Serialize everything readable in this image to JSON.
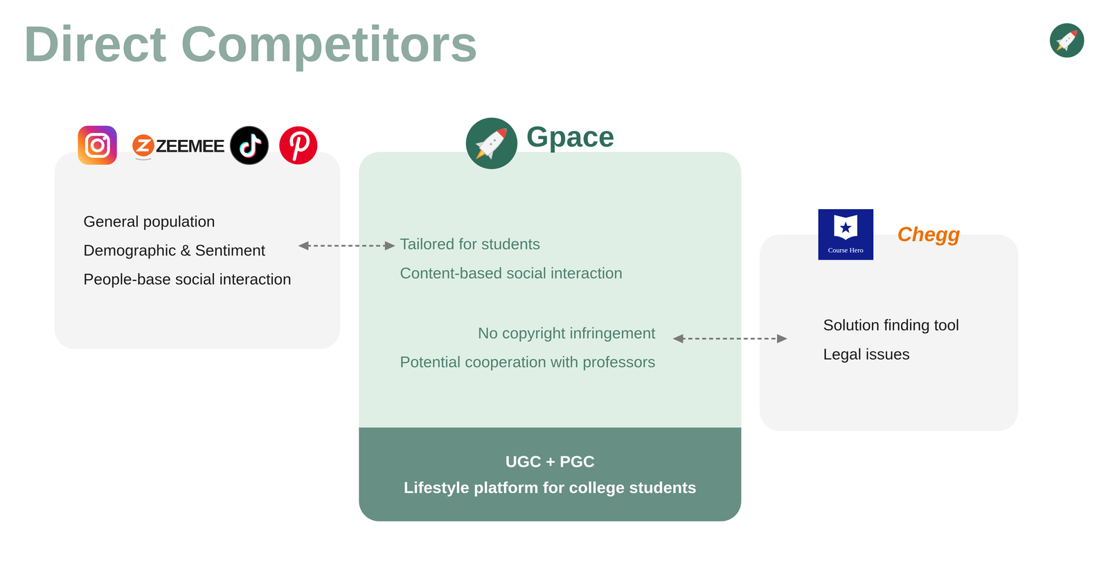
{
  "diagram": {
    "title": "Direct Competitors",
    "nodes": [
      {
        "text": [
          "General population",
          "Demographic & Sentiment",
          "People-base social interaction"
        ]
      },
      {
        "text": [
          "Gpace",
          "Tailored for students",
          "Content-based social interaction",
          "No copyright infringement",
          "Potential cooperation with professors"
        ]
      },
      {
        "text": [
          "UGC + PGC",
          "Lifestyle platform for college students"
        ],
        "in": 1
      },
      {
        "text": [
          "Solution finding tool",
          "Legal issues"
        ]
      }
    ],
    "edges": [
      {
        "from": 0,
        "to": 1,
        "arrow": "both"
      },
      {
        "from": 1,
        "to": 3,
        "arrow": "both"
      }
    ],
    "labels": [
      "ZEEMEE",
      "Course Hero",
      "Chegg"
    ]
  }
}
